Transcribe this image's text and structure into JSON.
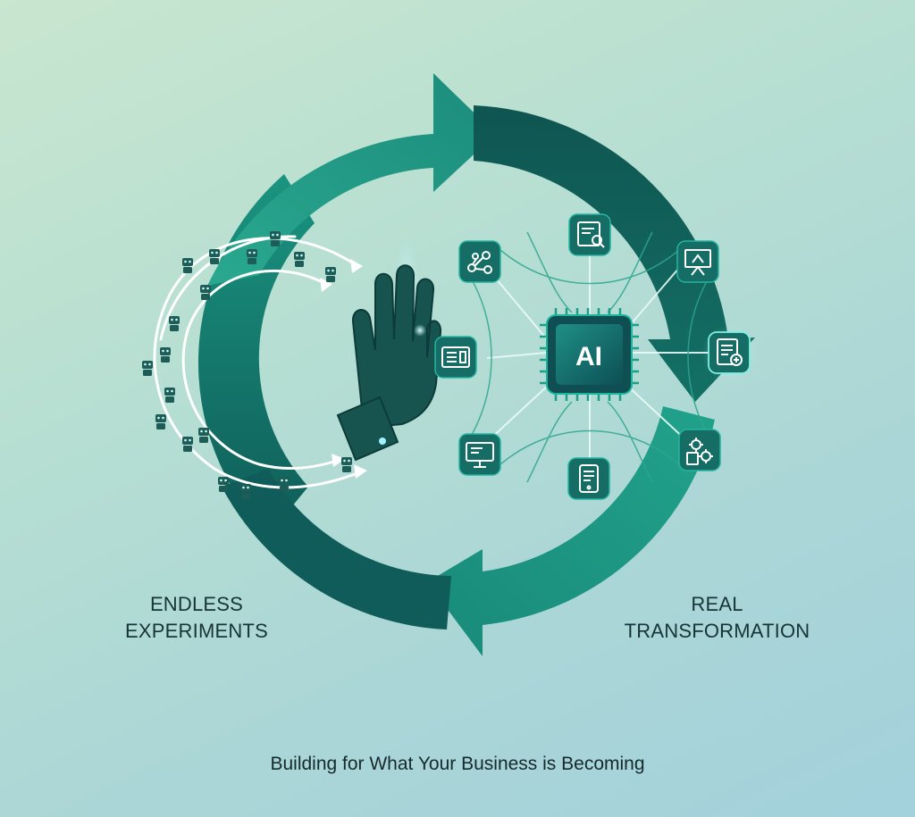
{
  "diagram": {
    "left_label": {
      "line1": "ENDLESS",
      "line2": "EXPERIMENTS"
    },
    "right_label": {
      "line1": "REAL",
      "line2": "TRANSFORMATION"
    },
    "caption": "Building for What Your Business is Becoming",
    "chip_label": "AI",
    "colors": {
      "ring_light": "#1e9a86",
      "ring_dark": "#0f5c5a",
      "tile": "#156d66",
      "tile_border": "#25b5a0",
      "text": "#173436"
    },
    "hub_icons": [
      "network-nodes-icon",
      "document-search-icon",
      "presentation-board-icon",
      "id-card-icon",
      "document-shield-icon",
      "monitor-icon",
      "tablet-icon",
      "gears-document-icon"
    ],
    "gesture_icon": "stop-hand-icon"
  }
}
